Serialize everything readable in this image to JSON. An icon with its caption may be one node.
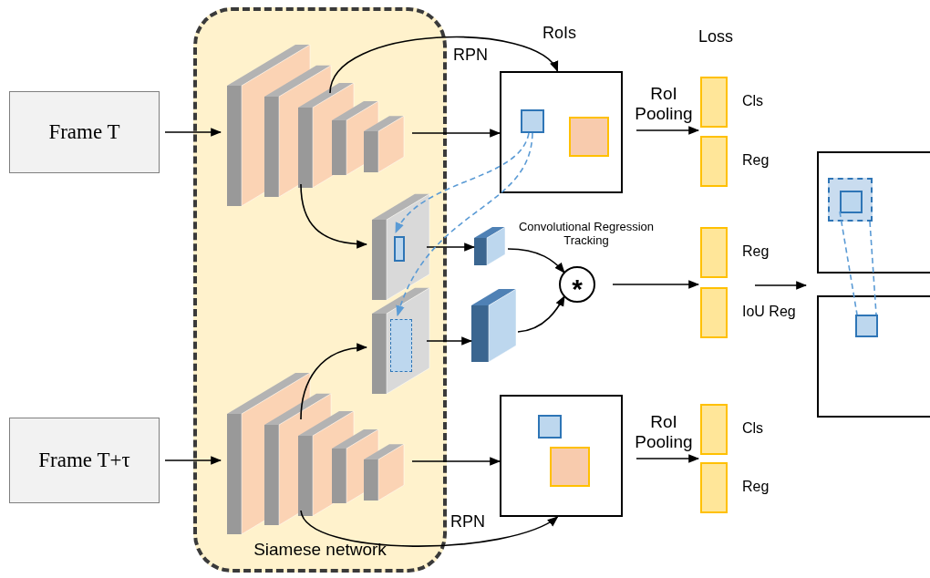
{
  "diagram": {
    "nodes": [
      {
        "text": [
          "Frame T"
        ]
      },
      {
        "text": [
          "Frame T+τ"
        ]
      },
      {
        "text": [
          "Siamese network"
        ]
      },
      {
        "text": [],
        "shape": "picture",
        "in": 2
      },
      {
        "text": [],
        "shape": "picture",
        "in": 2
      },
      {
        "text": [],
        "shape": "box",
        "in": 4
      },
      {
        "text": [],
        "shape": "picture",
        "in": 2
      },
      {
        "text": [],
        "shape": "box",
        "in": 6
      },
      {
        "text": [],
        "shape": "picture",
        "in": 2
      },
      {
        "text": [],
        "shape": "box"
      },
      {
        "text": [],
        "shape": "box",
        "in": 9
      },
      {
        "text": [],
        "shape": "box",
        "in": 9
      },
      {
        "text": [],
        "shape": "box"
      },
      {
        "text": [],
        "shape": "box"
      },
      {
        "text": [
          "*"
        ]
      },
      {
        "text": [],
        "shape": "box"
      },
      {
        "text": [],
        "shape": "box",
        "in": 15
      },
      {
        "text": [],
        "shape": "box",
        "in": 15
      },
      {
        "text": [],
        "shape": "bar",
        "beside": [
          "Cls"
        ]
      },
      {
        "text": [],
        "shape": "bar",
        "beside": [
          "Reg"
        ]
      },
      {
        "text": [],
        "shape": "bar",
        "beside": [
          "Reg"
        ]
      },
      {
        "text": [],
        "shape": "bar",
        "beside": [
          "IoU Reg"
        ]
      },
      {
        "text": [],
        "shape": "bar",
        "beside": [
          "Cls"
        ]
      },
      {
        "text": [],
        "shape": "bar",
        "beside": [
          "Reg"
        ]
      },
      {
        "text": [],
        "shape": "box"
      },
      {
        "text": [],
        "shape": "box",
        "in": 24
      },
      {
        "text": [],
        "shape": "box",
        "in": 25
      },
      {
        "text": [],
        "shape": "box"
      },
      {
        "text": [],
        "shape": "box",
        "in": 27
      }
    ],
    "edges": [
      {
        "from": 0,
        "to": 3,
        "arrow": "to"
      },
      {
        "from": 1,
        "to": 8,
        "arrow": "to"
      },
      {
        "from": 3,
        "to": 9,
        "arrow": "to"
      },
      {
        "from": 3,
        "to": 9,
        "arrow": "to"
      },
      {
        "from": 3,
        "to": 4,
        "arrow": "to"
      },
      {
        "from": 8,
        "to": 6,
        "arrow": "to"
      },
      {
        "from": 8,
        "to": 15,
        "arrow": "to"
      },
      {
        "from": 8,
        "to": 15,
        "arrow": "to"
      },
      {
        "from": 4,
        "to": 12,
        "arrow": "to"
      },
      {
        "from": 6,
        "to": 13,
        "arrow": "to"
      },
      {
        "from": 12,
        "to": 14,
        "arrow": "to"
      },
      {
        "from": 13,
        "to": 14,
        "arrow": "to"
      },
      {
        "from": 14,
        "to": 21,
        "arrow": "to"
      },
      {
        "from": null,
        "to": 27,
        "arrow": "to"
      },
      {
        "from": 9,
        "to": 18,
        "arrow": "to",
        "label": "RoI Pooling"
      },
      {
        "from": 15,
        "to": 22,
        "arrow": "to",
        "label": "RoI Pooling"
      },
      {
        "from": 10,
        "to": 5,
        "arrow": "to",
        "style": "dashed",
        "color": "#5b9bd5"
      },
      {
        "from": 10,
        "to": 7,
        "arrow": "to",
        "style": "dashed",
        "color": "#5b9bd5"
      },
      {
        "from": 26,
        "to": 28,
        "arrow": "none",
        "style": "dashed",
        "color": "#5b9bd5"
      },
      {
        "from": 25,
        "to": 28,
        "arrow": "none",
        "style": "dashed",
        "color": "#5b9bd5"
      }
    ],
    "labels": [
      "Loss",
      "RoIs",
      "RPN",
      "Convolutional Regression Tracking",
      "RPN"
    ]
  }
}
